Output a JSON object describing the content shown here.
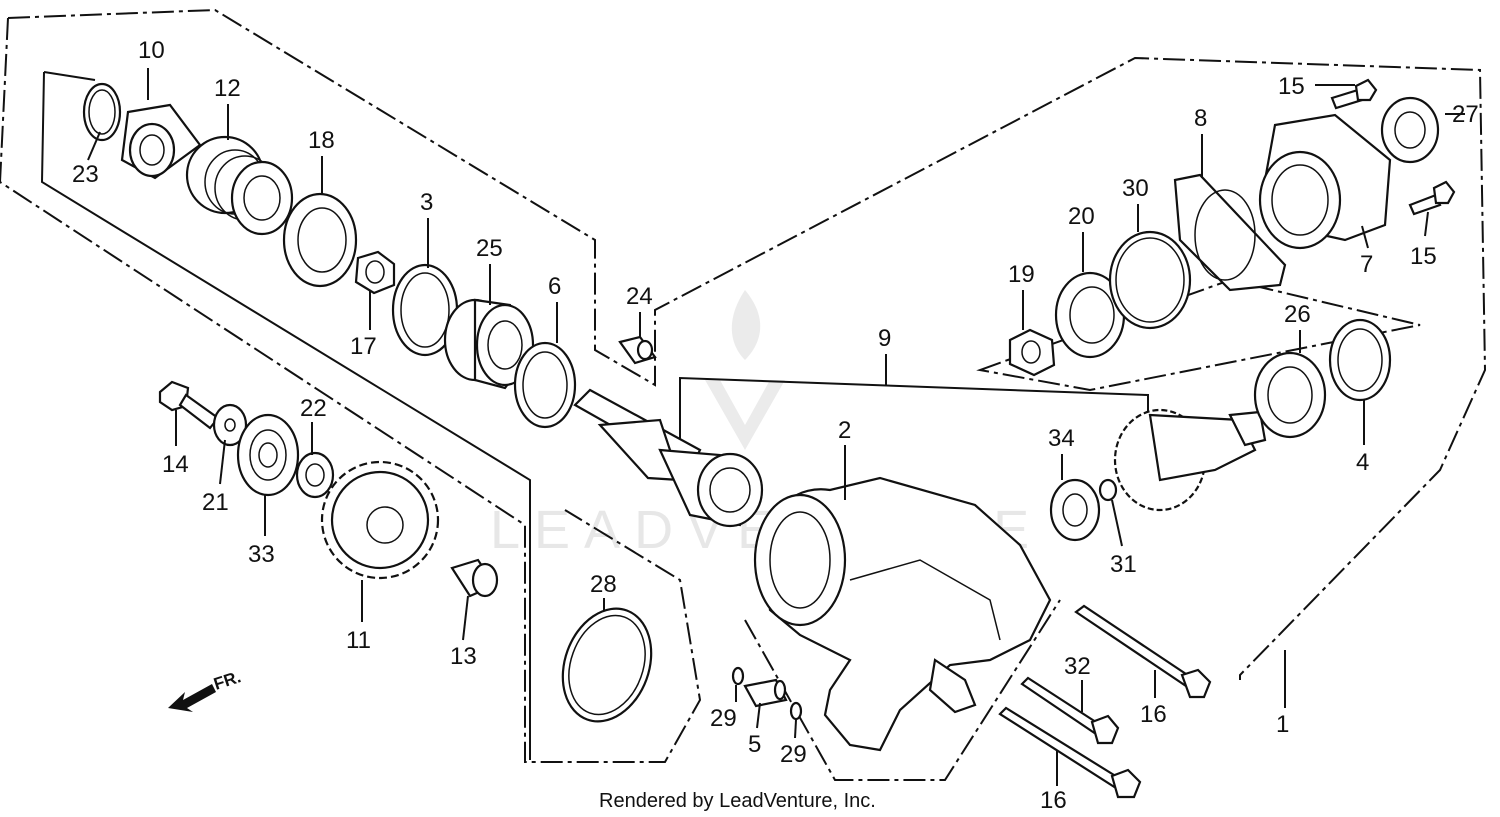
{
  "diagram": {
    "watermark": "LEADVENTURE",
    "footer": "Rendered by LeadVenture, Inc.",
    "direction_label": "FR.",
    "callouts": {
      "c10": "10",
      "c12": "12",
      "c18": "18",
      "c23": "23",
      "c3": "3",
      "c25": "25",
      "c17": "17",
      "c6": "6",
      "c24": "24",
      "c15a": "15",
      "c27": "27",
      "c8": "8",
      "c30": "30",
      "c20": "20",
      "c19": "19",
      "c7": "7",
      "c15b": "15",
      "c9": "9",
      "c26": "26",
      "c4": "4",
      "c34": "34",
      "c31": "31",
      "c2": "2",
      "c22": "22",
      "c14": "14",
      "c21": "21",
      "c33": "33",
      "c11": "11",
      "c13": "13",
      "c28": "28",
      "c29a": "29",
      "c5": "5",
      "c29b": "29",
      "c32": "32",
      "c16a": "16",
      "c16b": "16",
      "c1": "1"
    }
  }
}
